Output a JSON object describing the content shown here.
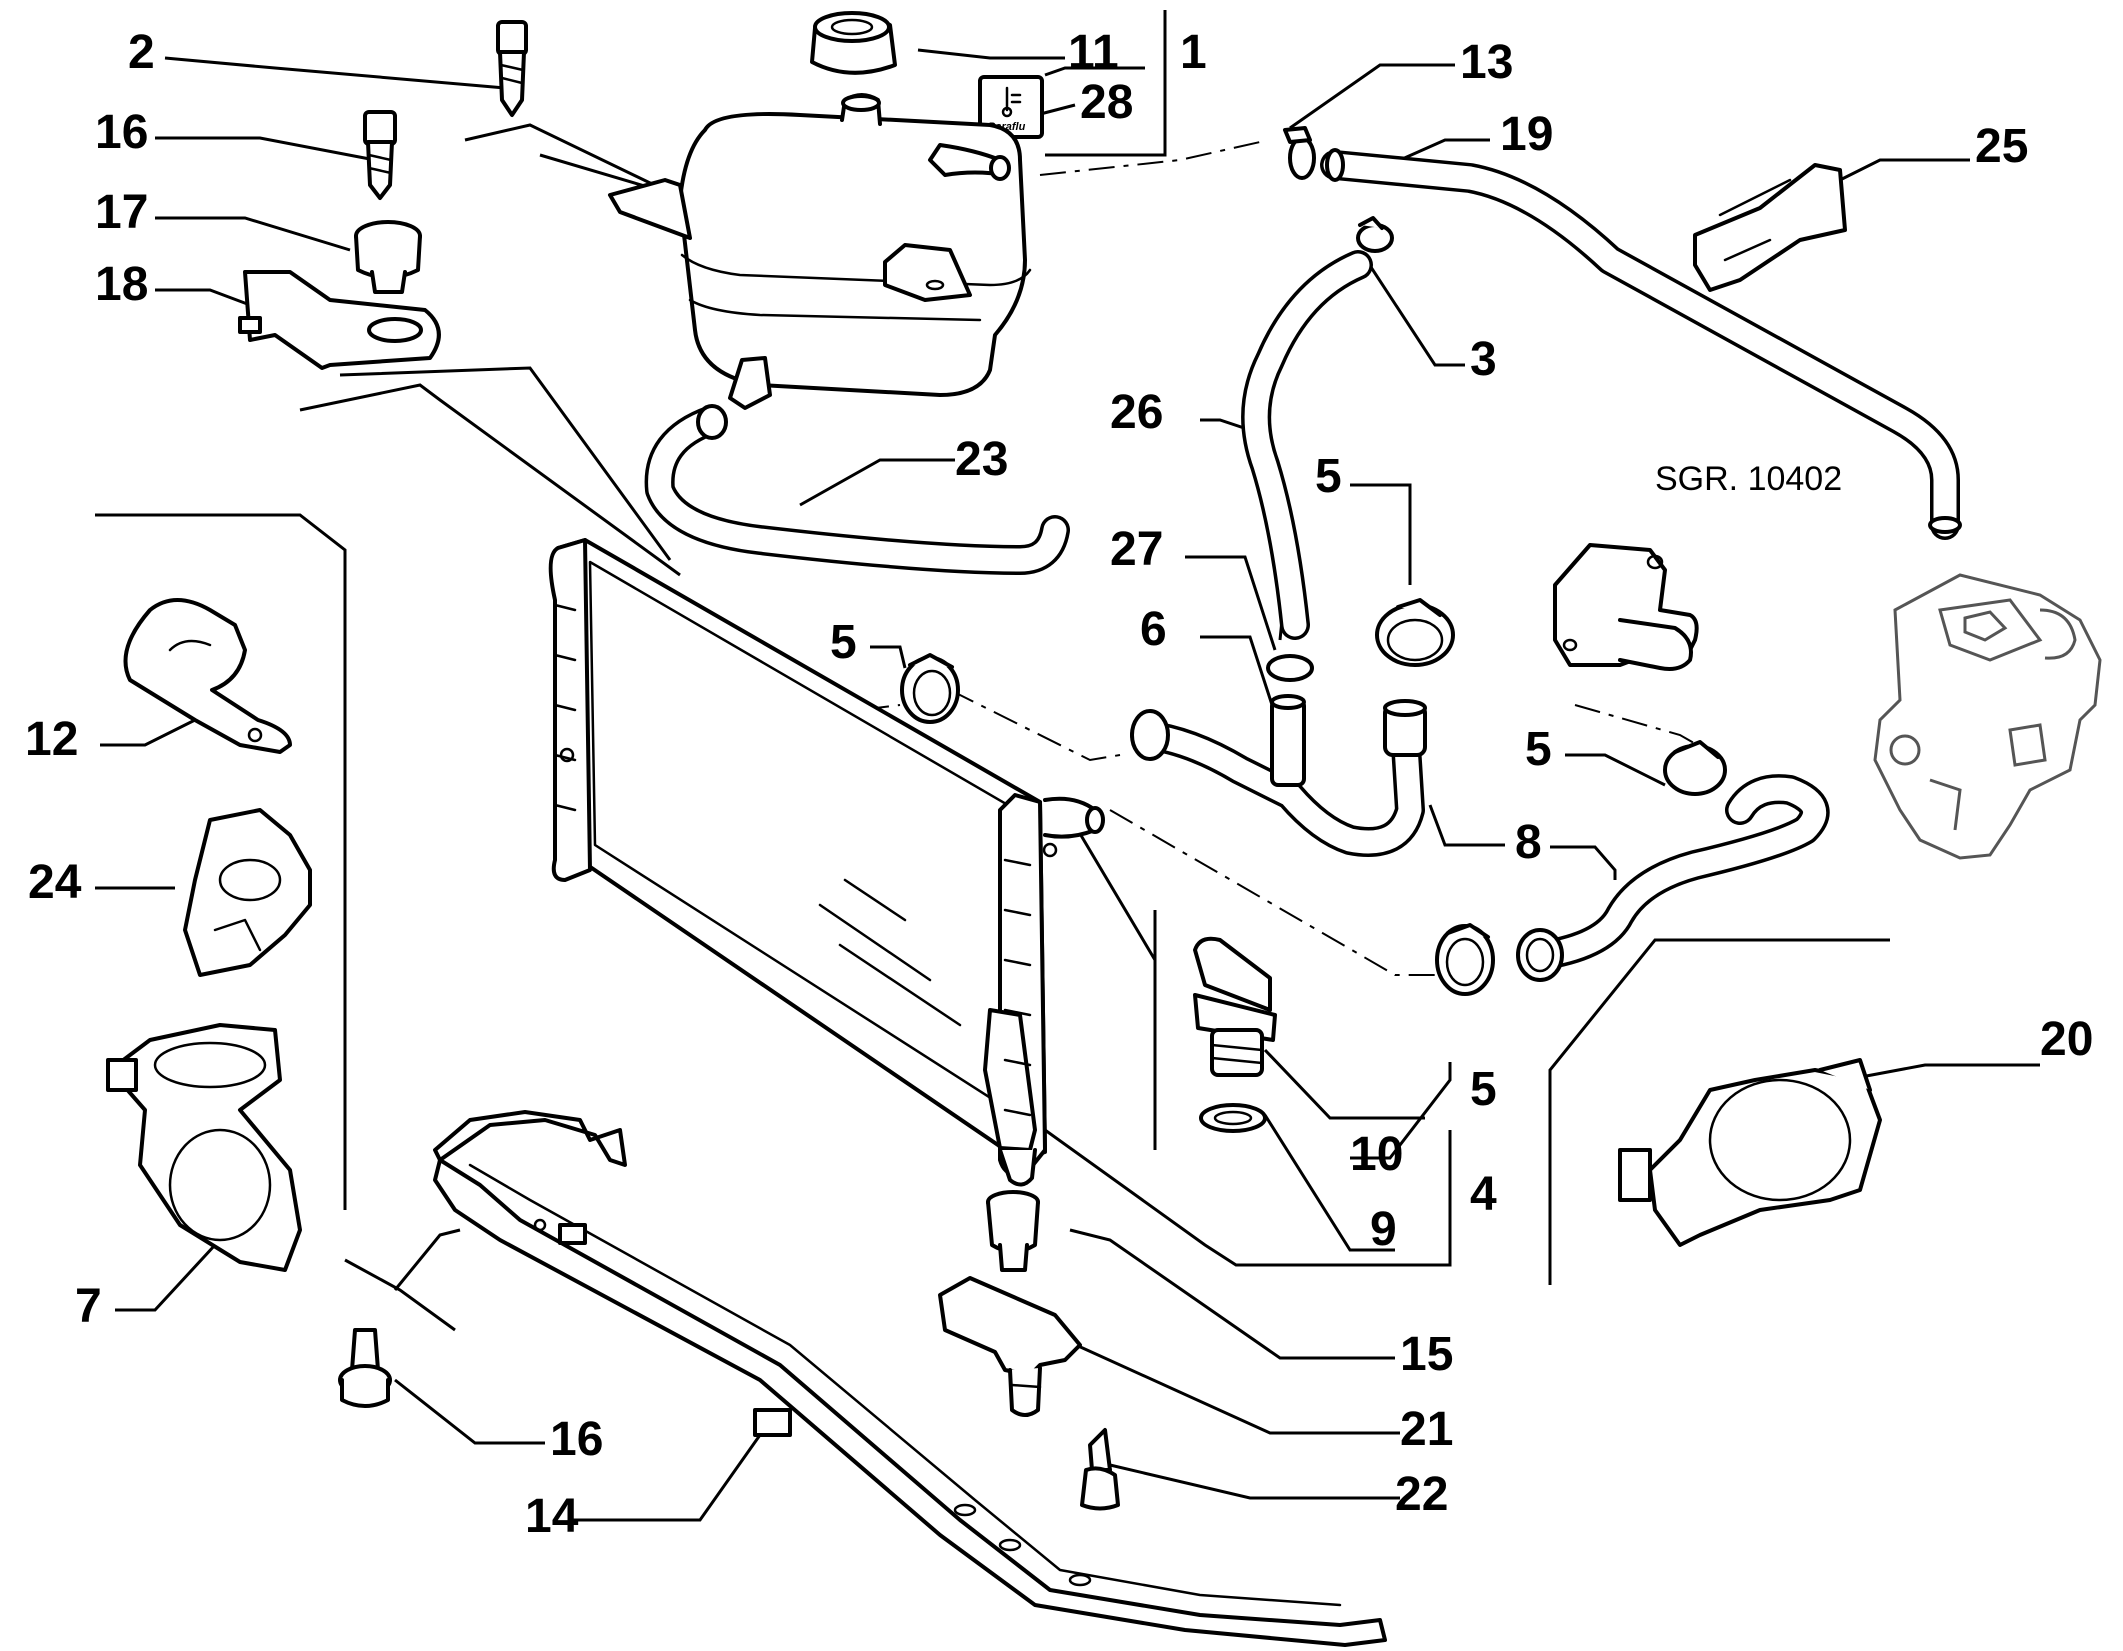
{
  "diagram": {
    "callouts": [
      {
        "id": "c2a",
        "label": "2"
      },
      {
        "id": "c16a",
        "label": "16"
      },
      {
        "id": "c17",
        "label": "17"
      },
      {
        "id": "c18",
        "label": "18"
      },
      {
        "id": "c11",
        "label": "11"
      },
      {
        "id": "c28",
        "label": "28"
      },
      {
        "id": "c1",
        "label": "1"
      },
      {
        "id": "c13",
        "label": "13"
      },
      {
        "id": "c19",
        "label": "19"
      },
      {
        "id": "c25",
        "label": "25"
      },
      {
        "id": "c3",
        "label": "3"
      },
      {
        "id": "c26",
        "label": "26"
      },
      {
        "id": "c23",
        "label": "23"
      },
      {
        "id": "c5a",
        "label": "5"
      },
      {
        "id": "c27",
        "label": "27"
      },
      {
        "id": "c6",
        "label": "6"
      },
      {
        "id": "c5b",
        "label": "5"
      },
      {
        "id": "c12",
        "label": "12"
      },
      {
        "id": "c24",
        "label": "24"
      },
      {
        "id": "c5c",
        "label": "5"
      },
      {
        "id": "c8",
        "label": "8"
      },
      {
        "id": "c5d",
        "label": "5"
      },
      {
        "id": "c20",
        "label": "20"
      },
      {
        "id": "c10",
        "label": "10"
      },
      {
        "id": "c4",
        "label": "4"
      },
      {
        "id": "c9",
        "label": "9"
      },
      {
        "id": "c7",
        "label": "7"
      },
      {
        "id": "c15",
        "label": "15"
      },
      {
        "id": "c21",
        "label": "21"
      },
      {
        "id": "c16b",
        "label": "16"
      },
      {
        "id": "c22",
        "label": "22"
      },
      {
        "id": "c14",
        "label": "14"
      }
    ],
    "reference": "SGR. 10402",
    "badge_text": "Paraflu"
  }
}
